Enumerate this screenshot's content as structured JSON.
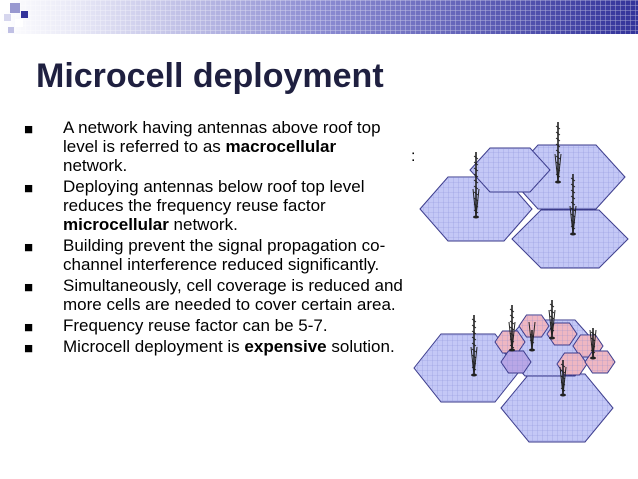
{
  "slide": {
    "title": "Microcell deployment",
    "colon_mark": ":",
    "bullet_marker": "■",
    "bullets": [
      [
        {
          "t": "A network having antennas above roof top level is referred to as ",
          "b": false
        },
        {
          "t": "macrocellular",
          "b": true
        },
        {
          "t": " network.",
          "b": false
        }
      ],
      [
        {
          "t": "Deploying antennas below roof top level reduces the frequency reuse factor  ",
          "b": false
        },
        {
          "t": "microcellular",
          "b": true
        },
        {
          "t": " network.",
          "b": false
        }
      ],
      [
        {
          "t": "Building prevent the signal propagation  co-channel interference reduced significantly.",
          "b": false
        }
      ],
      [
        {
          "t": "Simultaneously, cell coverage is reduced and more cells are needed to cover certain area.",
          "b": false
        }
      ],
      [
        {
          "t": "Frequency reuse factor can be 5-7.",
          "b": false
        }
      ],
      [
        {
          "t": "Microcell deployment is ",
          "b": false
        },
        {
          "t": "expensive",
          "b": true
        },
        {
          "t": " solution.",
          "b": false
        }
      ]
    ]
  },
  "theme": {
    "accent": "#33339a",
    "title_color": "#1f2040",
    "macro_cell_fill": "#c4c8f6",
    "micro_cell_fill": "#efb7c2",
    "micro_cell_overlap_fill": "#b9a7e6",
    "grid_line": "#7a7fd1",
    "antenna_color": "#222222"
  },
  "diagrams": {
    "macrocell": {
      "cells": 4,
      "antennas": 3
    },
    "microcell": {
      "macro_cells": 3,
      "micro_cells": 7,
      "antennas": 6
    }
  }
}
